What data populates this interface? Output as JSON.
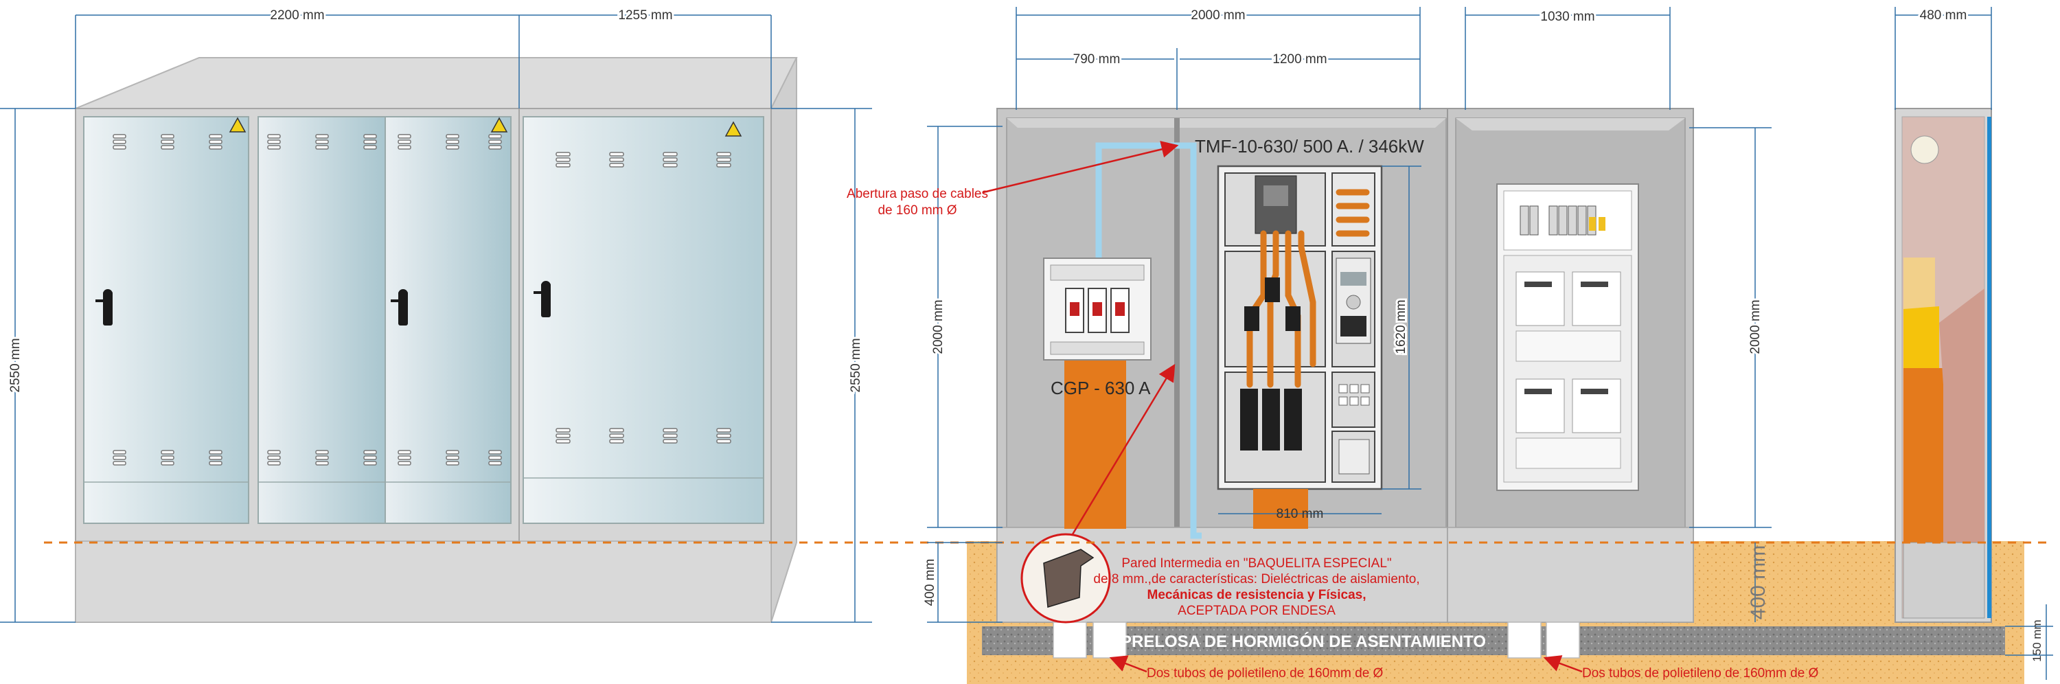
{
  "dimensions": {
    "front_width_left": "2200 mm",
    "front_width_right": "1255 mm",
    "front_height_left": "2550 mm",
    "front_height_right": "2550 mm",
    "interior_total_width": "2000 mm",
    "interior_left_width": "790 mm",
    "interior_right_width": "1200 mm",
    "side_width": "1030 mm",
    "profile_width": "480 mm",
    "interior_height_left": "2000 mm",
    "base_height_left": "400 mm",
    "panel_height": "1620 mm",
    "panel_width": "810 mm",
    "side_height": "2000 mm",
    "side_base_height": "400 mm",
    "slab_thickness": "150 mm"
  },
  "labels": {
    "tmf": "TMF-10-630/ 500 A. / 346kW",
    "cgp": "CGP - 630 A",
    "cable_opening_line1": "Abertura paso de cables",
    "cable_opening_line2": "de 160 mm Ø",
    "wall_line1": "Pared Intermedia en \"BAQUELITA ESPECIAL\"",
    "wall_line2": "de 8 mm.,de características: Dieléctricas de aislamiento,",
    "wall_line3": "Mecánicas de resistencia y Físicas,",
    "wall_line4": "ACEPTADA POR ENDESA",
    "slab": "PRELOSA DE HORMIGÓN DE ASENTAMIENTO",
    "tubes_left": "Dos tubos de polietileno de 160mm de Ø",
    "tubes_right": "Dos tubos de polietileno de 160mm de Ø"
  },
  "colors": {
    "accent_red": "#d41a1a",
    "cable_orange": "#e47a1c",
    "duct_blue": "#9fd4ee",
    "sand": "#f3c37a",
    "dim_line": "#2f6fa5"
  }
}
